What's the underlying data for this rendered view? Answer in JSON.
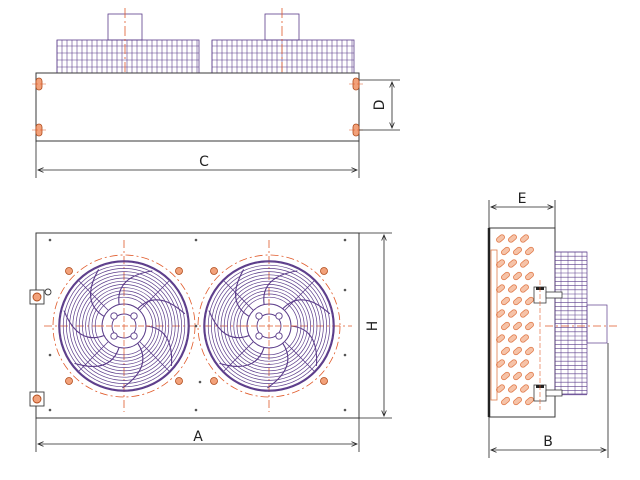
{
  "dimensions": {
    "A": "A",
    "B": "B",
    "C": "C",
    "D": "D",
    "E": "E",
    "H": "H"
  },
  "colors": {
    "outline": "#3a3a3a",
    "fan": "#5b3c8a",
    "centerline": "#e05a2a",
    "coil": "#e07a4a"
  }
}
